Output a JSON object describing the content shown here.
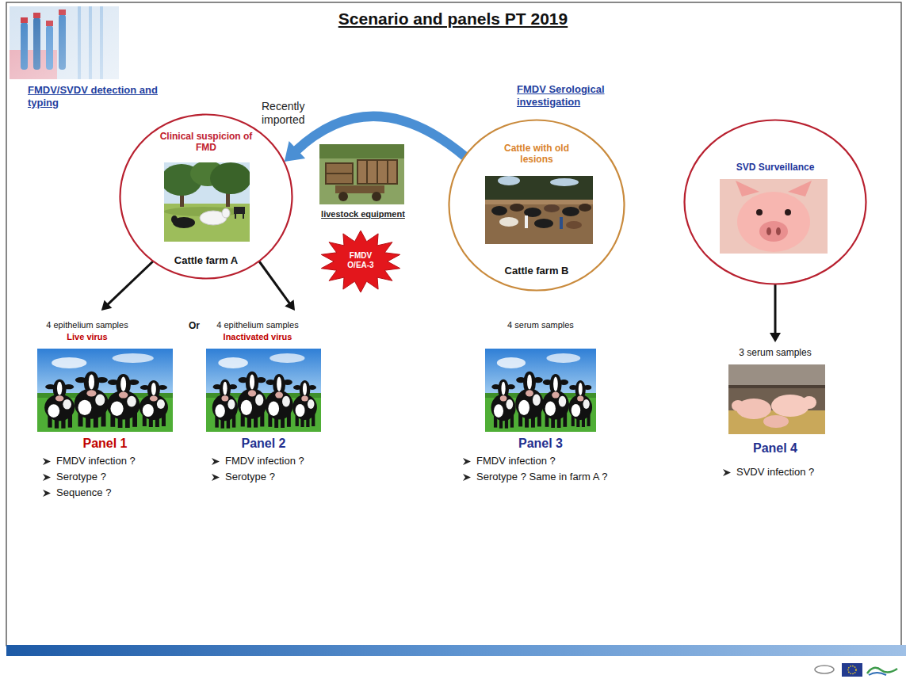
{
  "diagram": {
    "title": "Scenario and panels PT 2019",
    "nodes": [
      {
        "text": [
          "Clinical suspicion of FMD",
          "Cattle farm A"
        ]
      },
      {
        "text": [
          "livestock equipment"
        ]
      },
      {
        "text": [
          "FMDV O/EA-3"
        ]
      },
      {
        "text": [
          "Cattle with old lesions",
          "Cattle farm B"
        ]
      },
      {
        "text": [
          "SVD Surveillance"
        ]
      },
      {
        "text": [
          "4 epithelium samples",
          "Live virus",
          "Panel 1",
          "FMDV infection ?",
          "Serotype ?",
          "Sequence ?"
        ]
      },
      {
        "text": [
          "4 epithelium samples",
          "Inactivated virus",
          "Panel 2",
          "FMDV infection ?",
          "Serotype ?"
        ]
      },
      {
        "text": [
          "4 serum samples",
          "Panel 3",
          "FMDV infection ?",
          "Serotype ? Same in farm A ?"
        ]
      },
      {
        "text": [
          "3 serum samples",
          "Panel 4",
          "SVDV infection ?"
        ]
      }
    ],
    "edges": [
      {
        "from": 3,
        "to": 0,
        "arrow": "to",
        "label": "Recently imported"
      },
      {
        "from": 0,
        "to": 5,
        "arrow": "to"
      },
      {
        "from": 0,
        "to": 6,
        "arrow": "to"
      },
      {
        "from": 4,
        "to": 8,
        "arrow": "to"
      }
    ],
    "labels": [
      "FMDV/SVDV detection and typing",
      "FMDV Serological investigation",
      "Or"
    ]
  }
}
